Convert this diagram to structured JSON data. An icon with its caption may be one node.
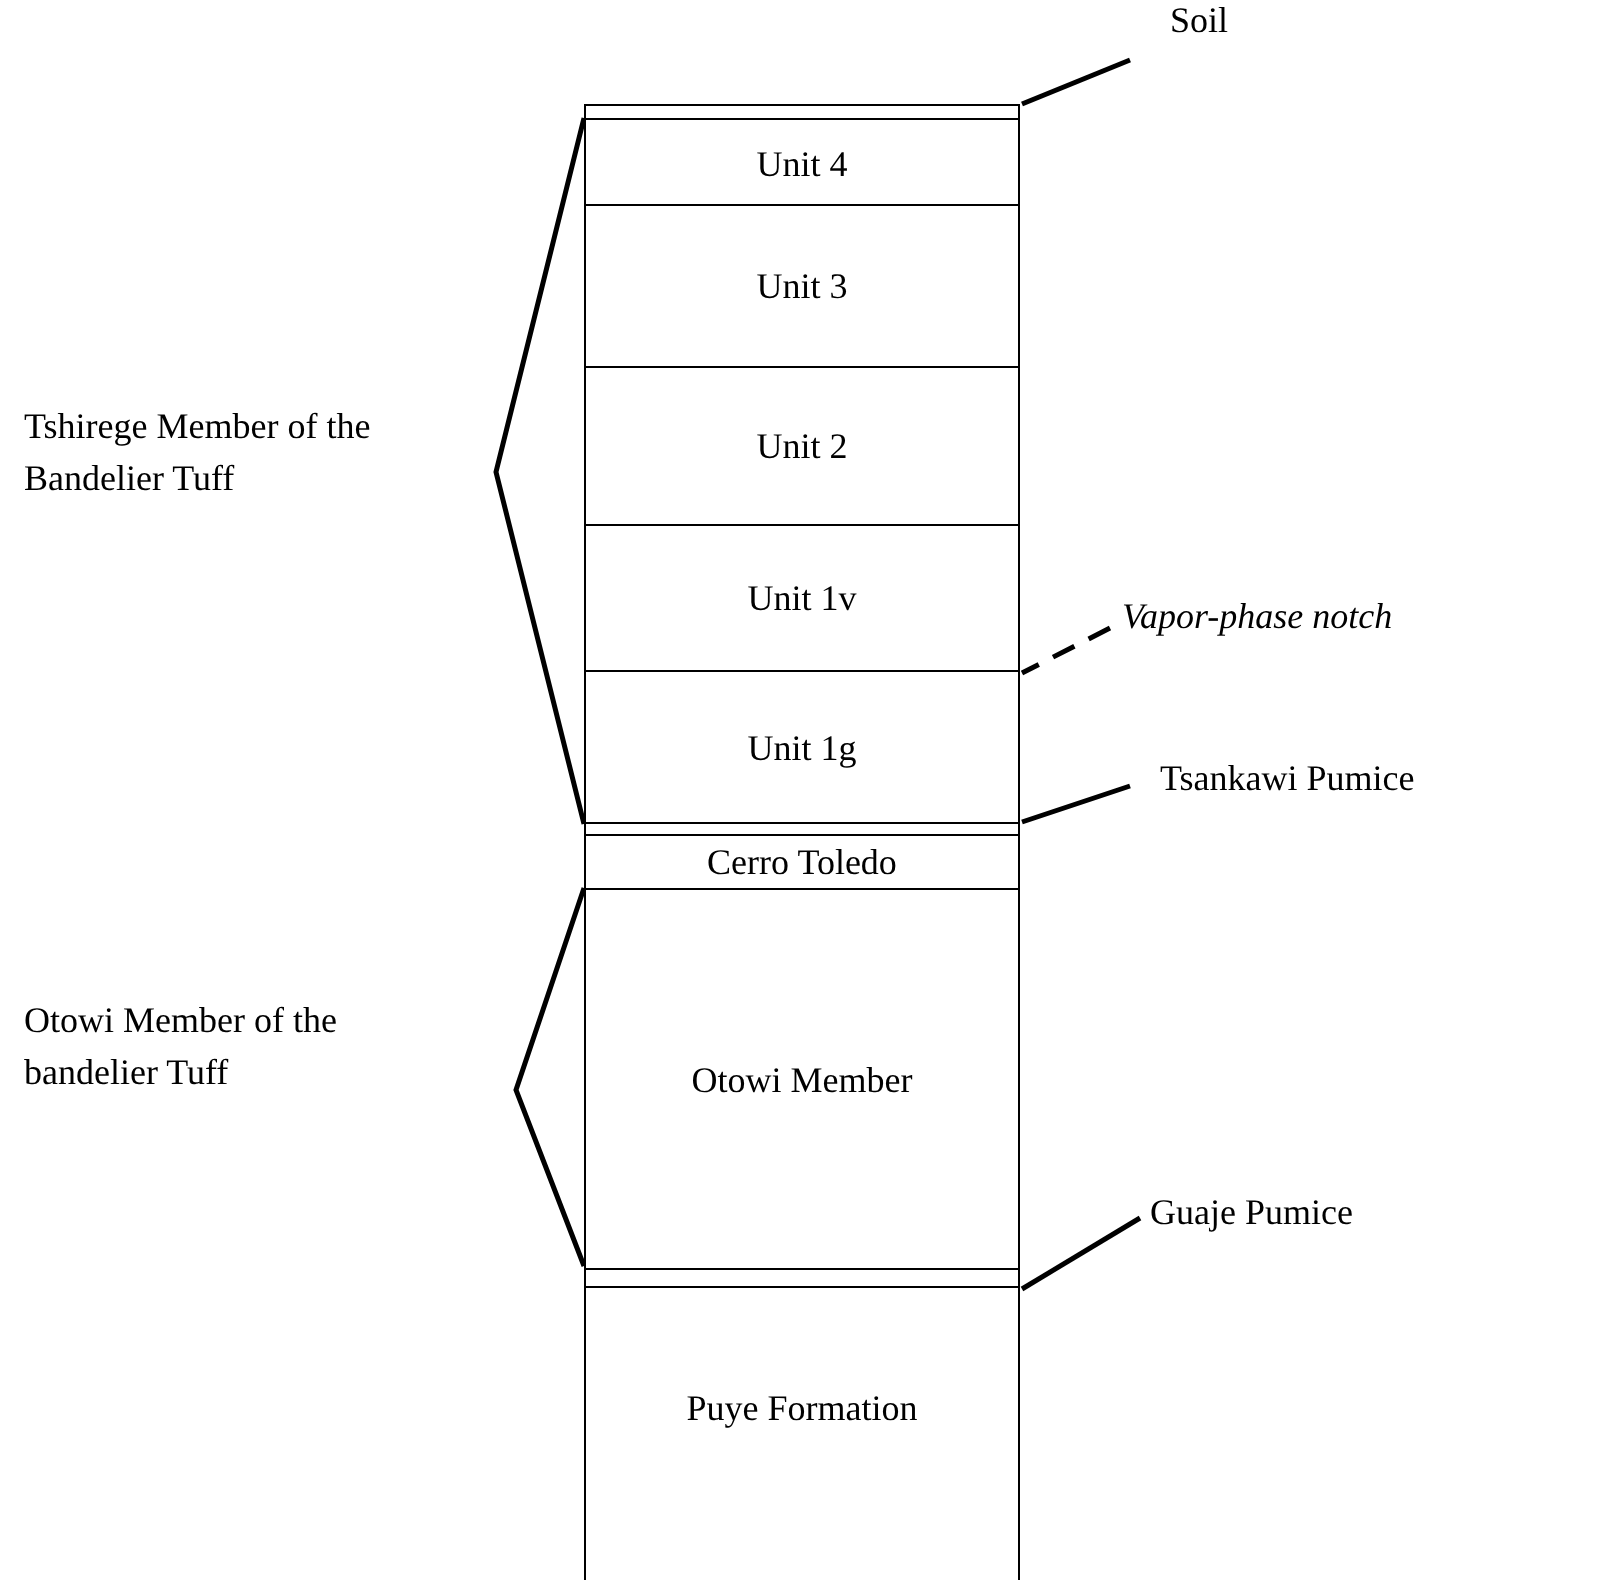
{
  "diagram": {
    "nodes": [
      {
        "text": [],
        "shape": "bar"
      },
      {
        "text": [
          "Unit 4"
        ]
      },
      {
        "text": [
          "Unit 3"
        ]
      },
      {
        "text": [
          "Unit 2"
        ]
      },
      {
        "text": [
          "Unit 1v"
        ]
      },
      {
        "text": [
          "Unit 1g"
        ]
      },
      {
        "text": [],
        "shape": "bar"
      },
      {
        "text": [
          "Cerro Toledo"
        ]
      },
      {
        "text": [
          "Otowi Member"
        ]
      },
      {
        "text": [],
        "shape": "bar"
      },
      {
        "text": [
          "Puye Formation"
        ]
      },
      {
        "text": [
          "Soil"
        ]
      },
      {
        "text": [
          "Vapor-phase notch"
        ]
      },
      {
        "text": [
          "Tsankawi Pumice"
        ]
      },
      {
        "text": [
          "Guaje Pumice"
        ]
      }
    ],
    "edges": [
      {
        "from": 11,
        "to": 0,
        "arrow": "none"
      },
      {
        "from": 12,
        "to": 4,
        "arrow": "none",
        "style": "dashed"
      },
      {
        "from": 13,
        "to": 6,
        "arrow": "none"
      },
      {
        "from": 14,
        "to": 9,
        "arrow": "none"
      }
    ],
    "labels": [
      "Tshirege Member of the Bandelier Tuff",
      "Otowi Member of the bandelier Tuff"
    ]
  }
}
